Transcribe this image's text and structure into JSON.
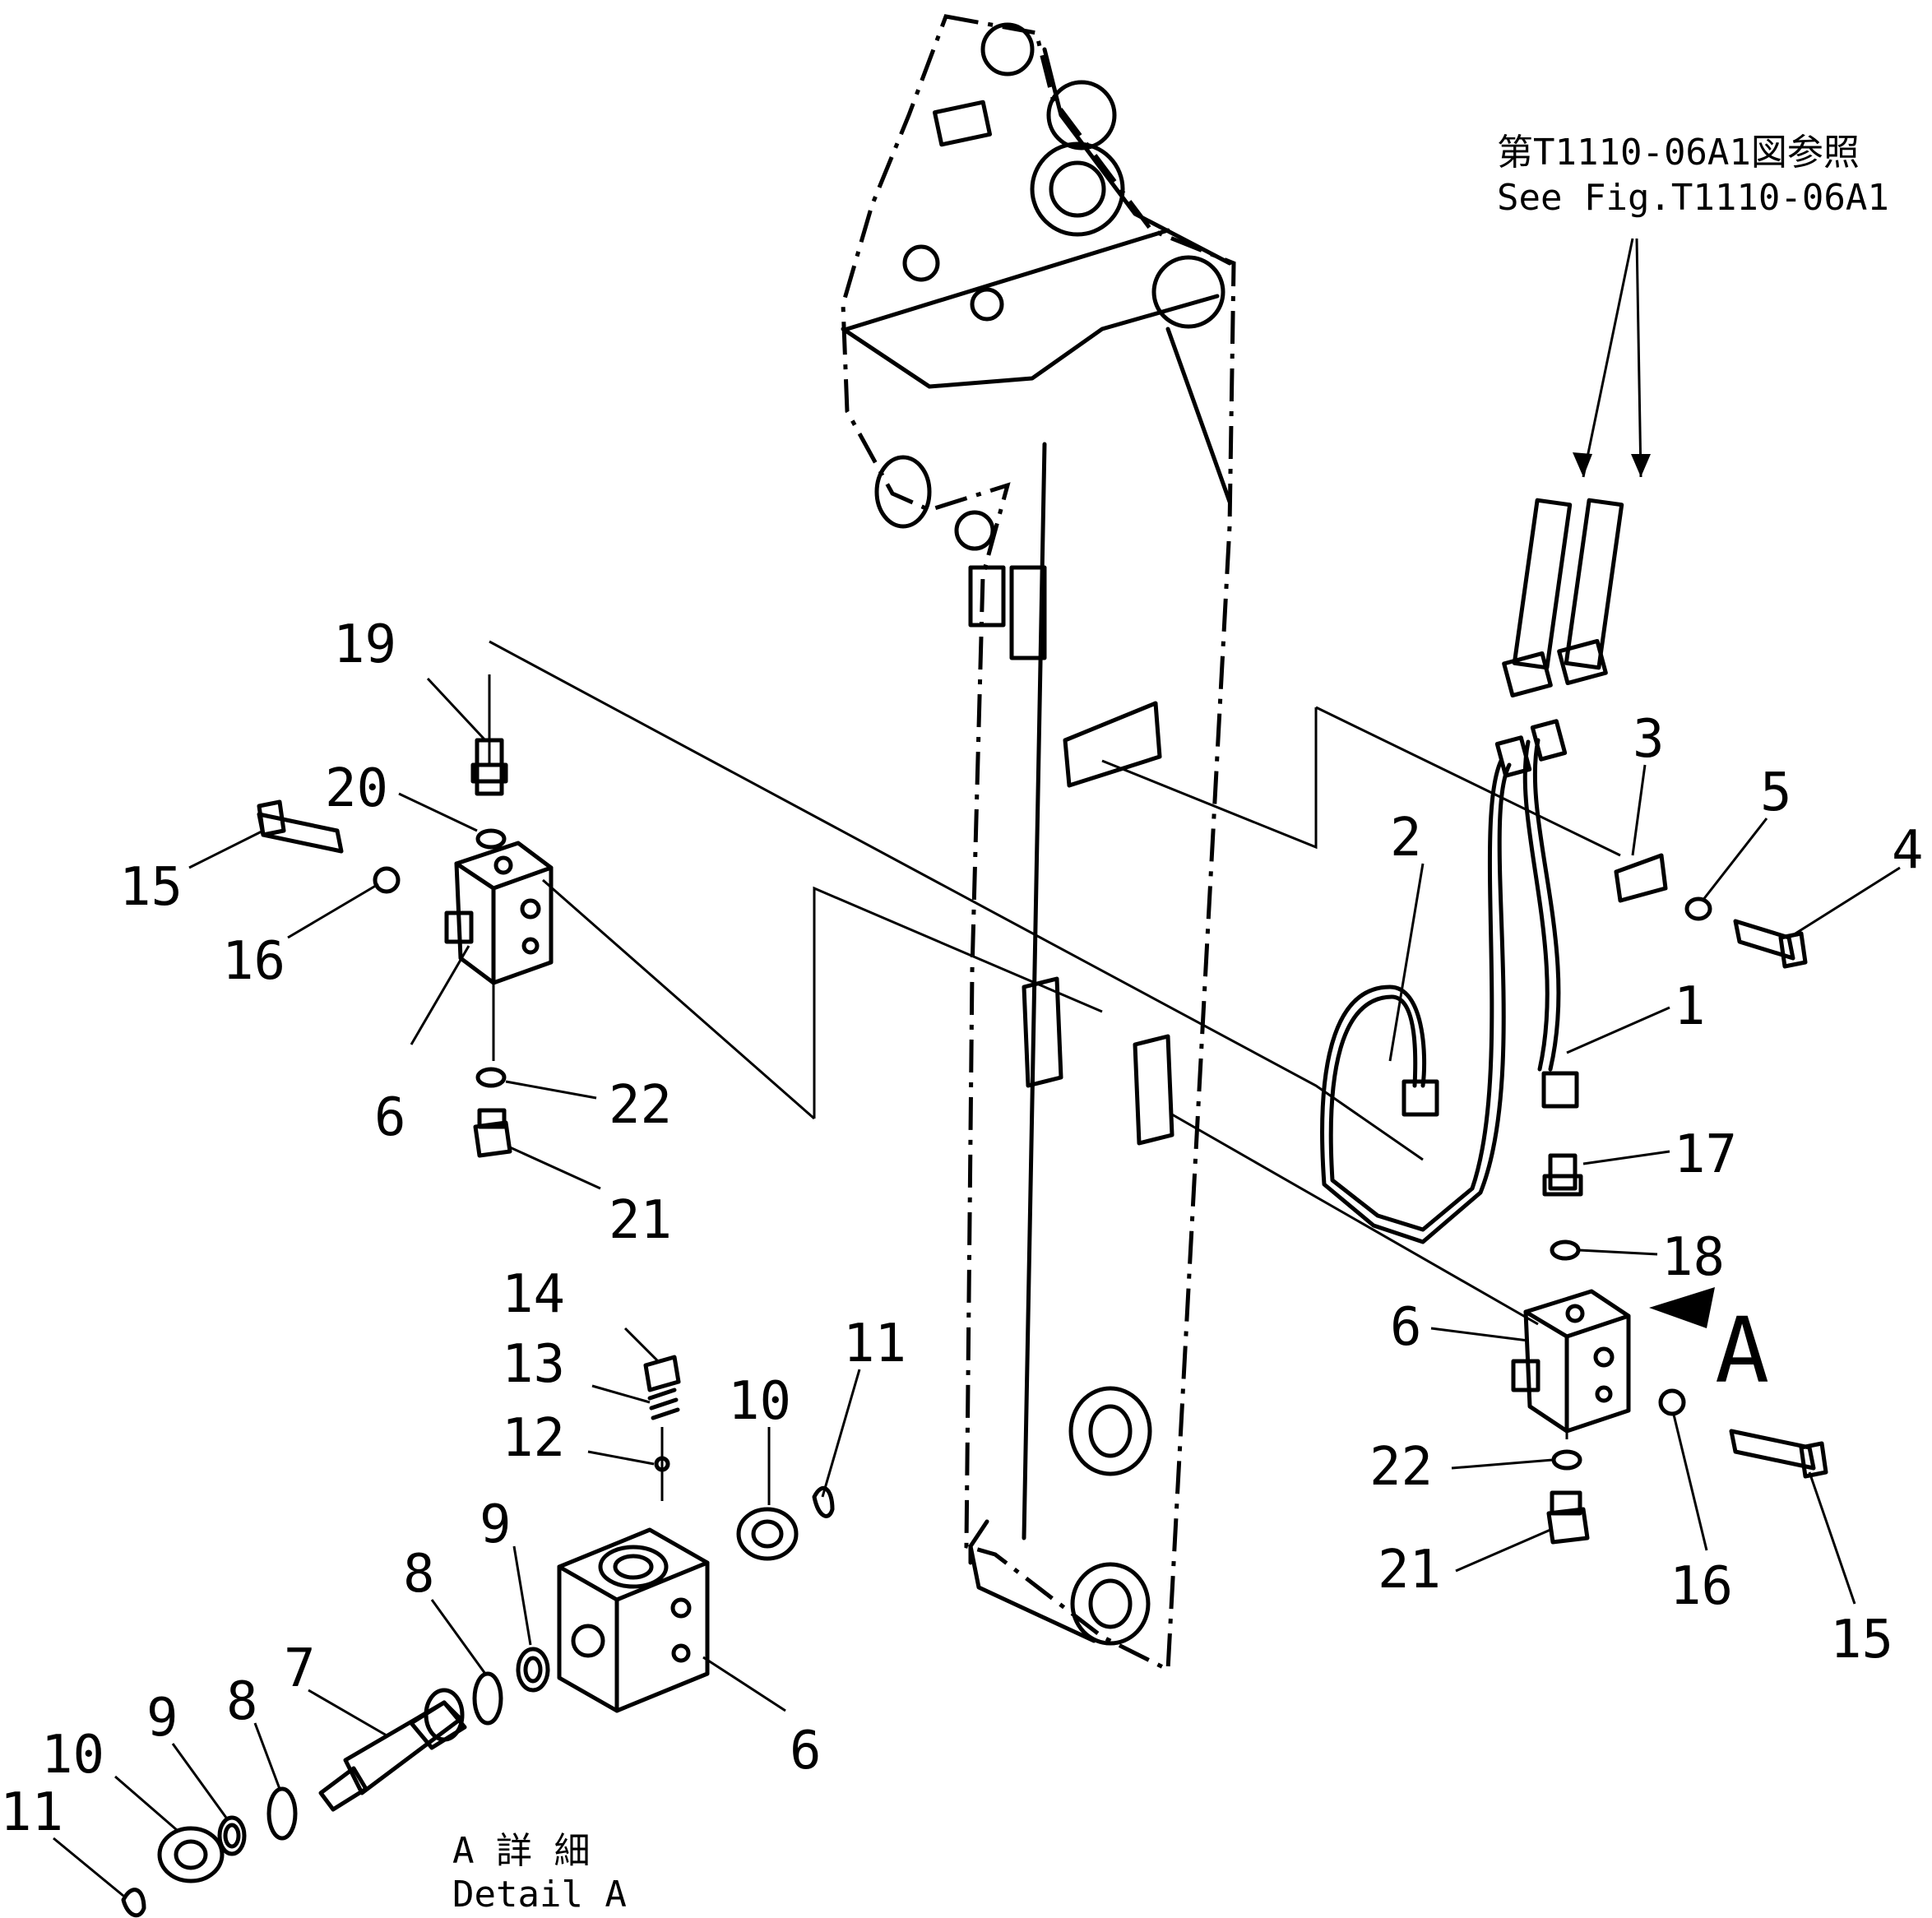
{
  "reference": {
    "japanese": "第T1110-06A1図参照",
    "english": "See Fig.T1110-06A1"
  },
  "detail_caption": {
    "japanese": "A 詳 細",
    "english": "Detail A"
  },
  "view_marker": "A",
  "callouts": {
    "c1": "1",
    "c2": "2",
    "c3": "3",
    "c4": "4",
    "c5": "5",
    "c6a": "6",
    "c6b": "6",
    "c6c": "6",
    "c7": "7",
    "c8a": "8",
    "c8b": "8",
    "c9a": "9",
    "c9b": "9",
    "c10a": "10",
    "c10b": "10",
    "c11a": "11",
    "c11b": "11",
    "c12": "12",
    "c13": "13",
    "c14": "14",
    "c15a": "15",
    "c15b": "15",
    "c16a": "16",
    "c16b": "16",
    "c17": "17",
    "c18": "18",
    "c19": "19",
    "c20": "20",
    "c21a": "21",
    "c21b": "21",
    "c22a": "22",
    "c22b": "22"
  }
}
